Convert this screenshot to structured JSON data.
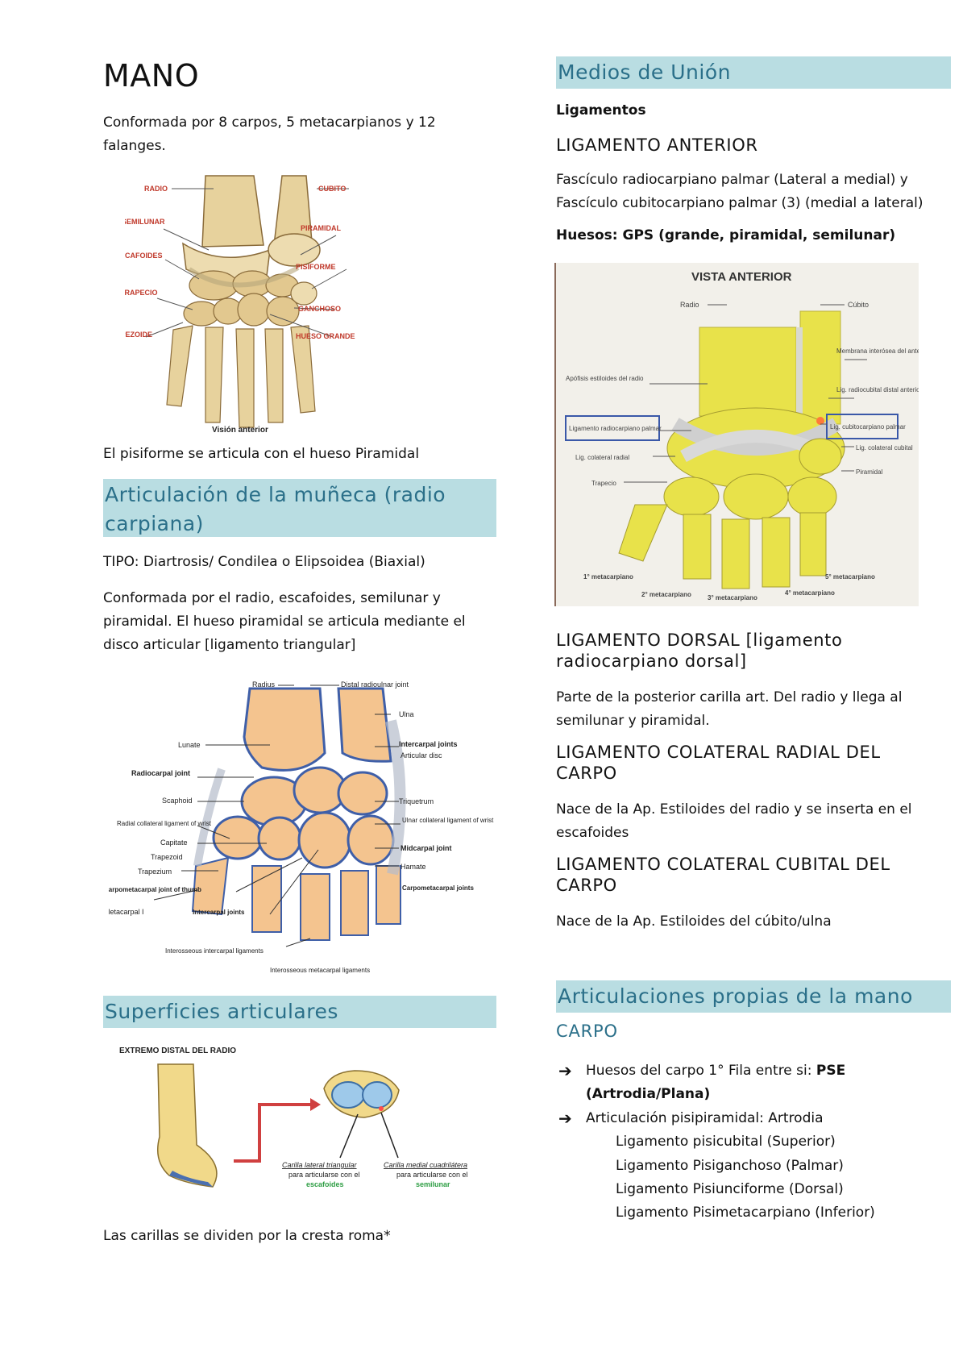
{
  "left": {
    "title": "MANO",
    "intro": "Conformada por 8 carpos, 5 metacarpianos y 12 falanges.",
    "fig1": {
      "labels": [
        "RADIO",
        "CUBITO",
        "SEMILUNAR",
        "PIRAMIDAL",
        "ESCAFOIDES",
        "PISIFORME",
        "TRAPECIO",
        "GANCHOSO",
        "TRAPEZOIDE",
        "HUESO GRANDE"
      ],
      "caption": "Visión anterior"
    },
    "pisiforme_note": "El pisiforme se articula con el hueso Piramidal",
    "sec_muneca": "Articulación de la muñeca (radio carpiana)",
    "tipo_label": "TIPO:",
    "tipo_value": "Diartrosis/ Condilea o Elipsoidea (Biaxial)",
    "muneca_desc": "Conformada por el radio, escafoides, semilunar y piramidal. El hueso piramidal se articula mediante el disco articular [ligamento triangular]",
    "fig2": {
      "labels": [
        "Radius",
        "Distal radioulnar joint",
        "Ulna",
        "Lunate",
        "Intercarpal joints",
        "Articular disc",
        "Radiocarpal joint",
        "Triquetrum",
        "Scaphoid",
        "Ulnar collateral ligament of wrist",
        "Radial collateral ligament of wrist",
        "Capitate",
        "Midcarpal joint",
        "Trapezoid",
        "Hamate",
        "Trapezium",
        "Carpometacarpal joint of thumb",
        "Carpometacarpal joints",
        "Metacarpal I",
        "Intercarpal joints",
        "Interosseous intercarpal ligaments",
        "Interosseous metacarpal ligaments"
      ]
    },
    "sec_superficies": "Superficies articulares",
    "fig3": {
      "title": "EXTREMO DISTAL DEL RADIO",
      "lat_1": "Carilla lateral triangular",
      "lat_2": "para articularse con el",
      "lat_3": "escafoides",
      "med_1": "Carilla medial cuadrilátera",
      "med_2": "para articularse con el",
      "med_3": "semilunar"
    },
    "carillas_note": "Las carillas se dividen por la cresta roma*"
  },
  "right": {
    "sec_medios": "Medios de Unión",
    "ligamentos": "Ligamentos",
    "lig_anterior": "LIGAMENTO ANTERIOR",
    "lig_anterior_desc": "Fascículo radiocarpiano palmar (Lateral a medial) y Fascículo cubitocarpiano palmar (3) (medial a lateral)",
    "huesos_gps": "Huesos: GPS (grande, piramidal, semilunar)",
    "fig4": {
      "title": "VISTA ANTERIOR",
      "labels": [
        "Radio",
        "Cúbito",
        "Membrana interósea del antebrazo",
        "Apófisis estiloides del radio",
        "Lig. radiocubital distal anterior",
        "Ligamento radiocarpiano palmar",
        "Lig. cubitocarpiano palmar",
        "Lig. colateral radial",
        "Lig. colateral cubital",
        "Piramidal",
        "Trapecio",
        "1° metacarpiano",
        "2° metacarpiano",
        "3° metacarpiano",
        "4° metacarpiano",
        "5° metacarpiano"
      ]
    },
    "lig_dorsal": "LIGAMENTO DORSAL [ligamento radiocarpiano dorsal]",
    "lig_dorsal_desc": "Parte de la posterior carilla art. Del radio y llega al semilunar y piramidal.",
    "lig_col_radial": "LIGAMENTO COLATERAL RADIAL DEL CARPO",
    "lig_col_radial_desc": "Nace de la Ap. Estiloides del radio y se inserta en el escafoides",
    "lig_col_cubital": "LIGAMENTO COLATERAL CUBITAL DEL CARPO",
    "lig_col_cubital_desc": "Nace de la Ap. Estiloides del cúbito/ulna",
    "sec_propias": "Articulaciones propias de la mano",
    "carpo": "CARPO",
    "bullet1_a": "Huesos del carpo 1° Fila entre si: ",
    "bullet1_b": "PSE",
    "bullet1_c": "(Artrodia/Plana)",
    "bullet2": "Articulación pisipiramidal: Artrodia",
    "subs": [
      "Ligamento pisicubital (Superior)",
      "Ligamento Pisiganchoso (Palmar)",
      "Ligamento Pisiunciforme (Dorsal)",
      "Ligamento Pisimetacarpiano (Inferior)"
    ]
  },
  "colors": {
    "section_bar": "#b9dde2",
    "section_text": "#2a6f89",
    "bone": "#e9d8a8",
    "yellow_bone": "#e8e24a",
    "cartilage": "#3f5fa8"
  }
}
